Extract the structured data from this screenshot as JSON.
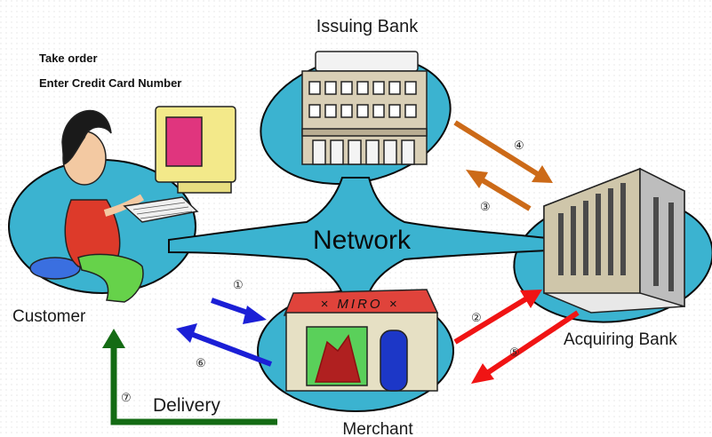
{
  "notes": {
    "line1": "Take order",
    "line2": "Enter Credit Card Number"
  },
  "labels": {
    "issuing_bank": "Issuing Bank",
    "acquiring_bank": "Acquiring Bank",
    "customer": "Customer",
    "merchant": "Merchant",
    "network": "Network",
    "delivery": "Delivery",
    "shop_sign": "× MIRO ×"
  },
  "steps": [
    "①",
    "②",
    "③",
    "④",
    "⑤",
    "⑥",
    "⑦"
  ],
  "colors": {
    "network_fill": "#3bb3d0",
    "arrow_blue": "#1b1fd6",
    "arrow_red": "#f01414",
    "arrow_orange": "#cc6a18",
    "arrow_green": "#146b14"
  }
}
